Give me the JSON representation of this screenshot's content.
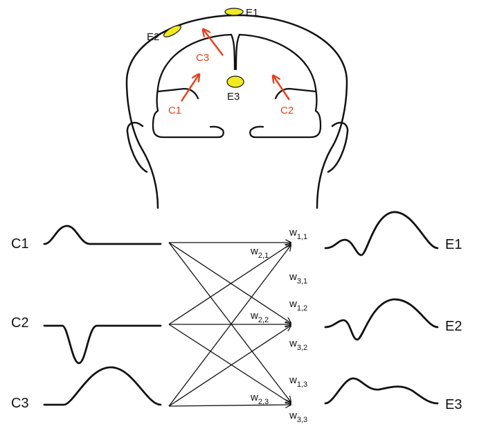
{
  "head": {
    "electrodes": [
      {
        "label": "E1"
      },
      {
        "label": "E2"
      },
      {
        "label": "E3"
      }
    ],
    "sources": [
      {
        "label": "C1"
      },
      {
        "label": "C2"
      },
      {
        "label": "C3"
      }
    ],
    "colors": {
      "electrode_fill": "#f2ea1f",
      "source_arrow": "#e8401c",
      "outline": "#111111"
    }
  },
  "mixing": {
    "sources": [
      {
        "label": "C1"
      },
      {
        "label": "C2"
      },
      {
        "label": "C3"
      }
    ],
    "electrodes": [
      {
        "label": "E1"
      },
      {
        "label": "E2"
      },
      {
        "label": "E3"
      }
    ],
    "weights": [
      {
        "base": "w",
        "sub": "1,1"
      },
      {
        "base": "w",
        "sub": "2,1"
      },
      {
        "base": "w",
        "sub": "3,1"
      },
      {
        "base": "w",
        "sub": "1,2"
      },
      {
        "base": "w",
        "sub": "2,2"
      },
      {
        "base": "w",
        "sub": "3,2"
      },
      {
        "base": "w",
        "sub": "1,3"
      },
      {
        "base": "w",
        "sub": "2,3"
      },
      {
        "base": "w",
        "sub": "3,3"
      }
    ]
  }
}
